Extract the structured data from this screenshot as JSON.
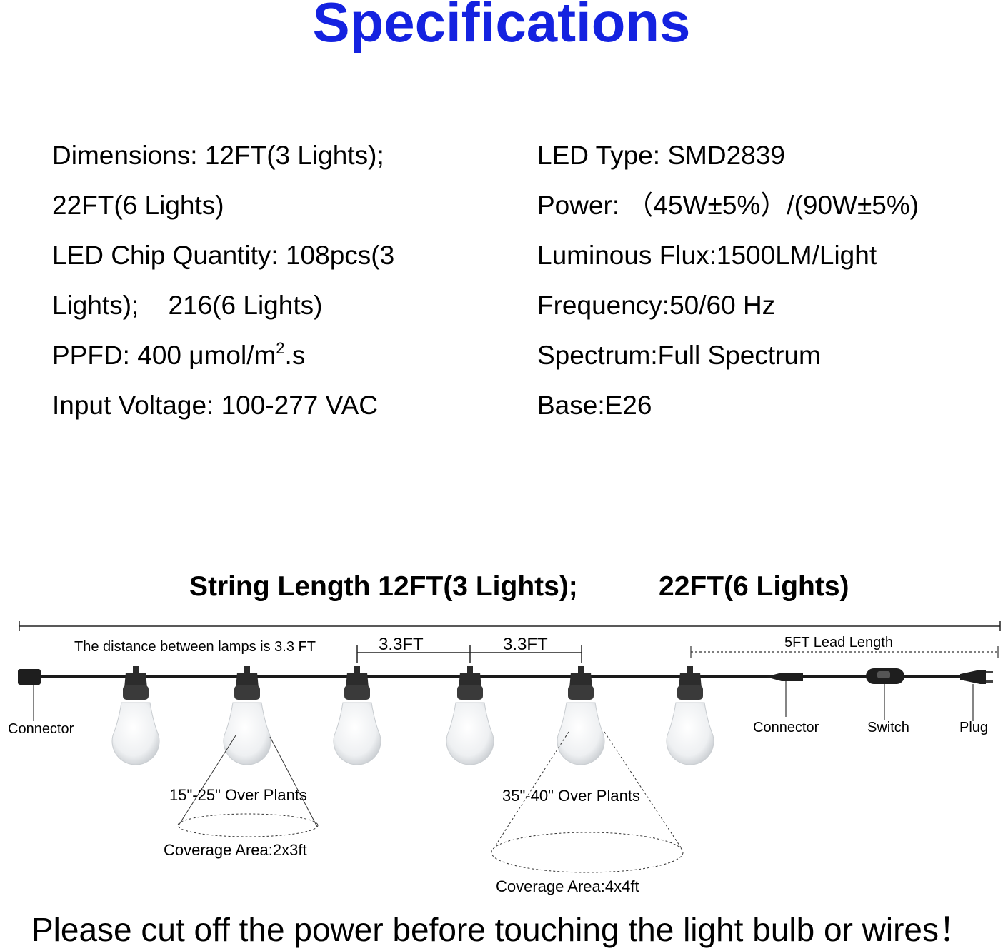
{
  "title": "Specifications",
  "specs_left": [
    "Dimensions: 12FT(3 Lights);",
    "22FT(6 Lights)",
    "LED Chip Quantity: 108pcs(3",
    "Lights);    216(6 Lights)"
  ],
  "ppfd": {
    "prefix": "PPFD: 400 μmol/m",
    "sup": "2",
    "suffix": ".s"
  },
  "input_voltage": "Input Voltage: 100-277 VAC",
  "specs_right": [
    "LED Type: SMD2839",
    "Power: （45W±5%）/(90W±5%)",
    "Luminous Flux:1500LM/Light",
    "Frequency:50/60 Hz",
    "Spectrum:Full Spectrum",
    "Base:E26"
  ],
  "diagram": {
    "string_length_a": "String Length 12FT(3 Lights);",
    "string_length_b": "22FT(6 Lights)",
    "distance_note": "The distance between lamps is 3.3 FT",
    "spacing_1": "3.3FT",
    "spacing_2": "3.3FT",
    "lead_length": "5FT Lead Length",
    "connector_left": "Connector",
    "connector_right": "Connector",
    "switch": "Switch",
    "plug": "Plug",
    "height_near": "15\"-25\" Over Plants",
    "height_far": "35\"-40\"  Over Plants",
    "coverage_near": "Coverage Area:2x3ft",
    "coverage_far": "Coverage Area:4x4ft",
    "bulb_count": 6
  },
  "warning": "Please cut off the power before touching the light bulb or wires！",
  "colors": {
    "title": "#1422e0",
    "text": "#000000",
    "cable": "#1a1a1a",
    "bulb_socket": "#2c2c2c"
  }
}
